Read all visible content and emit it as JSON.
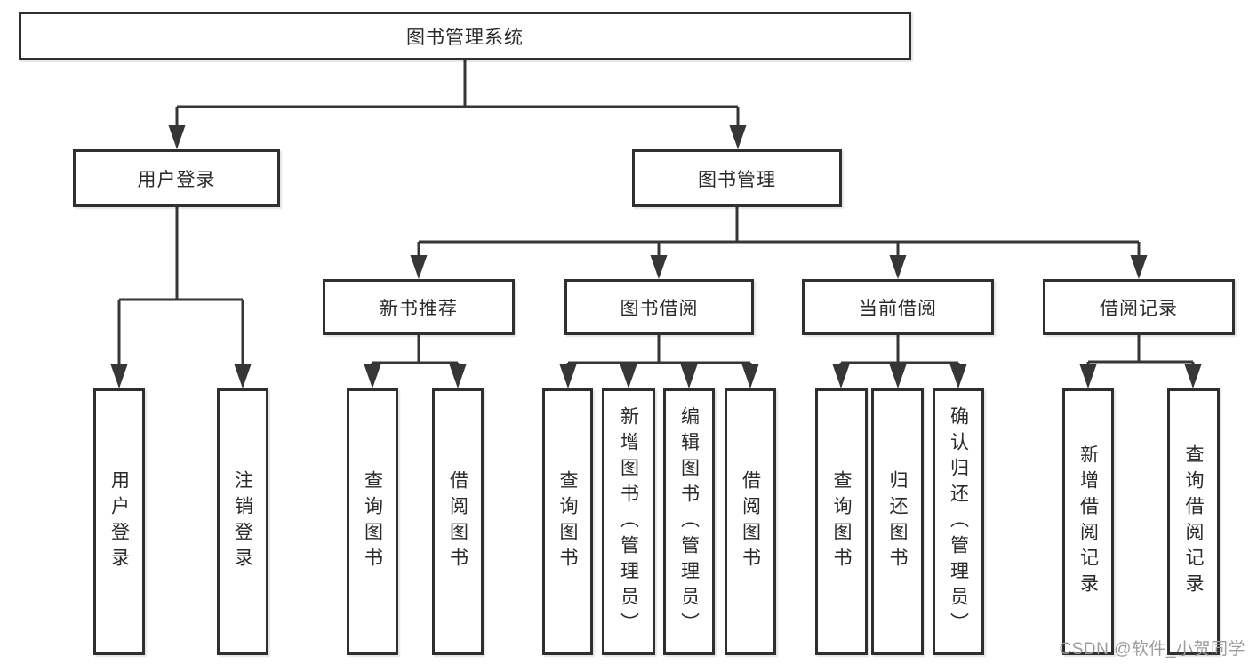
{
  "diagram": {
    "root": {
      "label": "图书管理系统"
    },
    "branches": [
      {
        "label": "用户登录",
        "children": [
          {
            "label": "用户登录"
          },
          {
            "label": "注销登录"
          }
        ]
      },
      {
        "label": "图书管理",
        "children": [
          {
            "label": "新书推荐",
            "children": [
              {
                "label": "查询图书"
              },
              {
                "label": "借阅图书"
              }
            ]
          },
          {
            "label": "图书借阅",
            "children": [
              {
                "label": "查询图书"
              },
              {
                "label": "新增图书（管理员）"
              },
              {
                "label": "编辑图书（管理员）"
              },
              {
                "label": "借阅图书"
              }
            ]
          },
          {
            "label": "当前借阅",
            "children": [
              {
                "label": "查询图书"
              },
              {
                "label": "归还图书"
              },
              {
                "label": "确认归还（管理员）"
              }
            ]
          },
          {
            "label": "借阅记录",
            "children": [
              {
                "label": "新增借阅记录"
              },
              {
                "label": "查询借阅记录"
              }
            ]
          }
        ]
      }
    ]
  },
  "watermark": {
    "text": "CSDN @软件_小贺同学"
  },
  "colors": {
    "line": "#363636",
    "box_border": "#2f2f2f",
    "text": "#2a2a2a",
    "watermark": "#9c9c9c",
    "background": "#ffffff"
  }
}
